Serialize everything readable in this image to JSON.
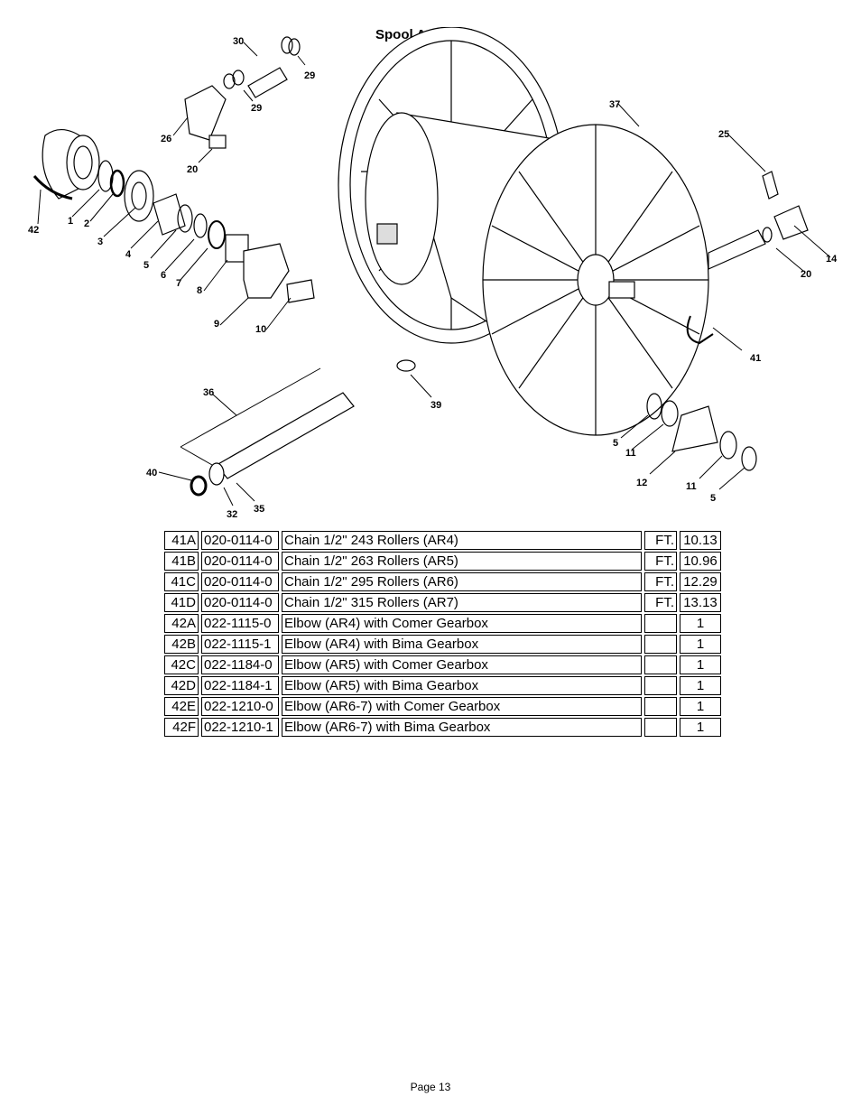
{
  "title": "Spool Assembly",
  "diagram": {
    "callouts": [
      "30",
      "29",
      "29",
      "26",
      "20",
      "42",
      "1",
      "2",
      "3",
      "4",
      "5",
      "6",
      "7",
      "8",
      "9",
      "10",
      "37",
      "25",
      "14",
      "20",
      "41",
      "36",
      "39",
      "5",
      "11",
      "12",
      "11",
      "5",
      "40",
      "32",
      "35"
    ]
  },
  "parts": [
    {
      "id": "41A",
      "part_no": "020-0114-0",
      "description": "Chain 1/2\" 243  Rollers  (AR4)",
      "unit": "FT.",
      "qty": "10.13"
    },
    {
      "id": "41B",
      "part_no": "020-0114-0",
      "description": "Chain 1/2\" 263  Rollers  (AR5)",
      "unit": "FT.",
      "qty": "10.96"
    },
    {
      "id": "41C",
      "part_no": "020-0114-0",
      "description": "Chain 1/2\" 295  Rollers  (AR6)",
      "unit": "FT.",
      "qty": "12.29"
    },
    {
      "id": "41D",
      "part_no": "020-0114-0",
      "description": "Chain 1/2\" 315  Rollers  (AR7)",
      "unit": "FT.",
      "qty": "13.13"
    },
    {
      "id": "42A",
      "part_no": "022-1115-0",
      "description": "Elbow (AR4) with Comer Gearbox",
      "unit": "",
      "qty": "1"
    },
    {
      "id": "42B",
      "part_no": "022-1115-1",
      "description": "Elbow (AR4) with Bima Gearbox",
      "unit": "",
      "qty": "1"
    },
    {
      "id": "42C",
      "part_no": "022-1184-0",
      "description": "Elbow  (AR5) with Comer Gearbox",
      "unit": "",
      "qty": "1"
    },
    {
      "id": "42D",
      "part_no": "022-1184-1",
      "description": "Elbow  (AR5)  with Bima Gearbox",
      "unit": "",
      "qty": "1"
    },
    {
      "id": "42E",
      "part_no": "022-1210-0",
      "description": "Elbow  (AR6-7) with Comer Gearbox",
      "unit": "",
      "qty": "1"
    },
    {
      "id": "42F",
      "part_no": "022-1210-1",
      "description": "Elbow  (AR6-7) with Bima Gearbox",
      "unit": "",
      "qty": "1"
    }
  ],
  "footer": "Page 13"
}
